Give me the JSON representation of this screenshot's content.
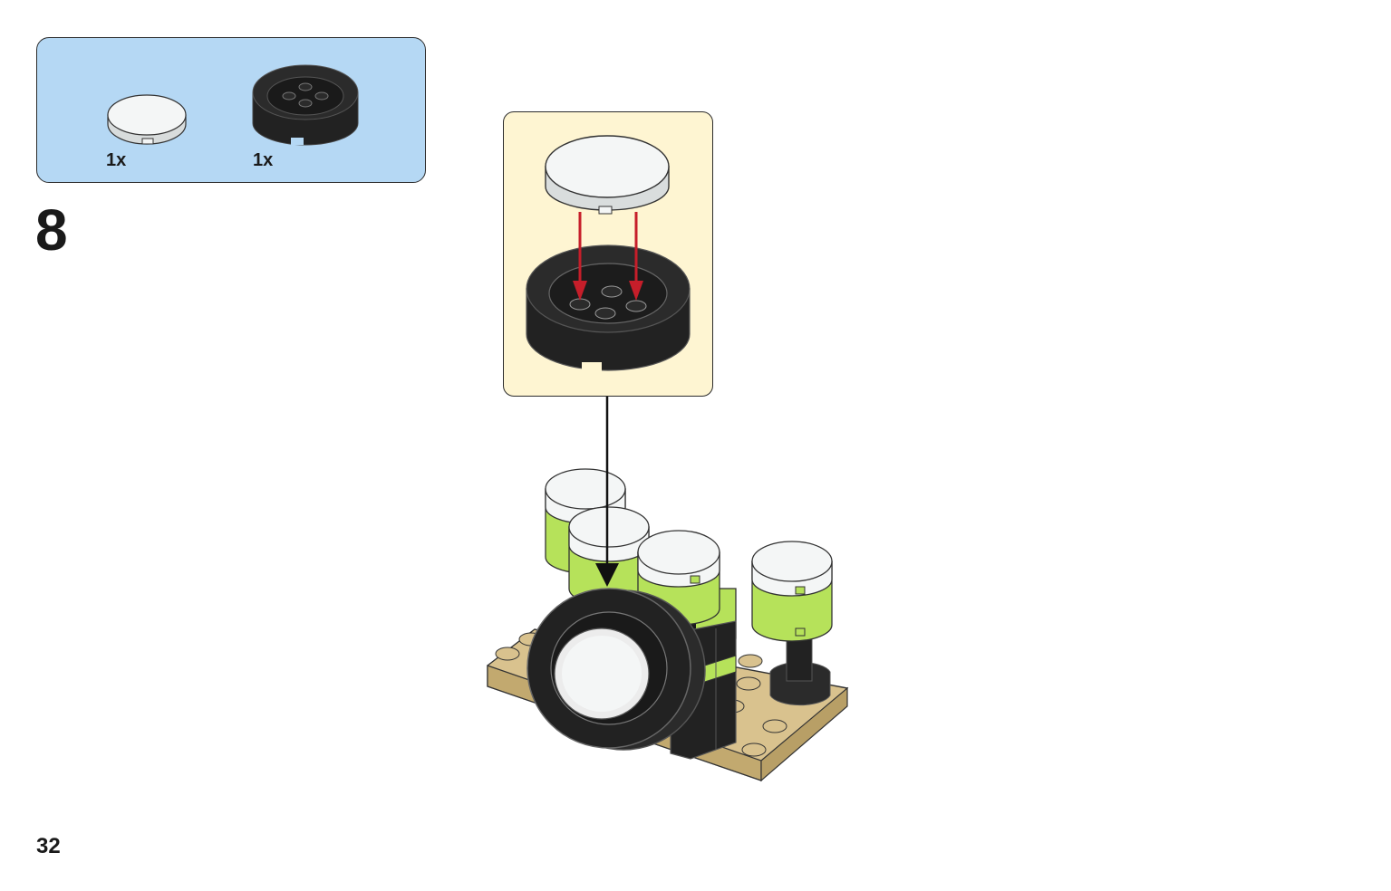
{
  "parts": {
    "items": [
      {
        "name": "white-round-tile",
        "qty": "1x"
      },
      {
        "name": "black-round-brick",
        "qty": "1x"
      }
    ]
  },
  "step": {
    "number": "8"
  },
  "page": {
    "number": "32"
  },
  "colors": {
    "parts_bg": "#b5d8f4",
    "callout_bg": "#fef5d2",
    "lime": "#b6e25a",
    "tan": "#d9c28e",
    "black": "#262626",
    "white_tile": "#f4f6f6",
    "arrow_red": "#c61e2a"
  }
}
